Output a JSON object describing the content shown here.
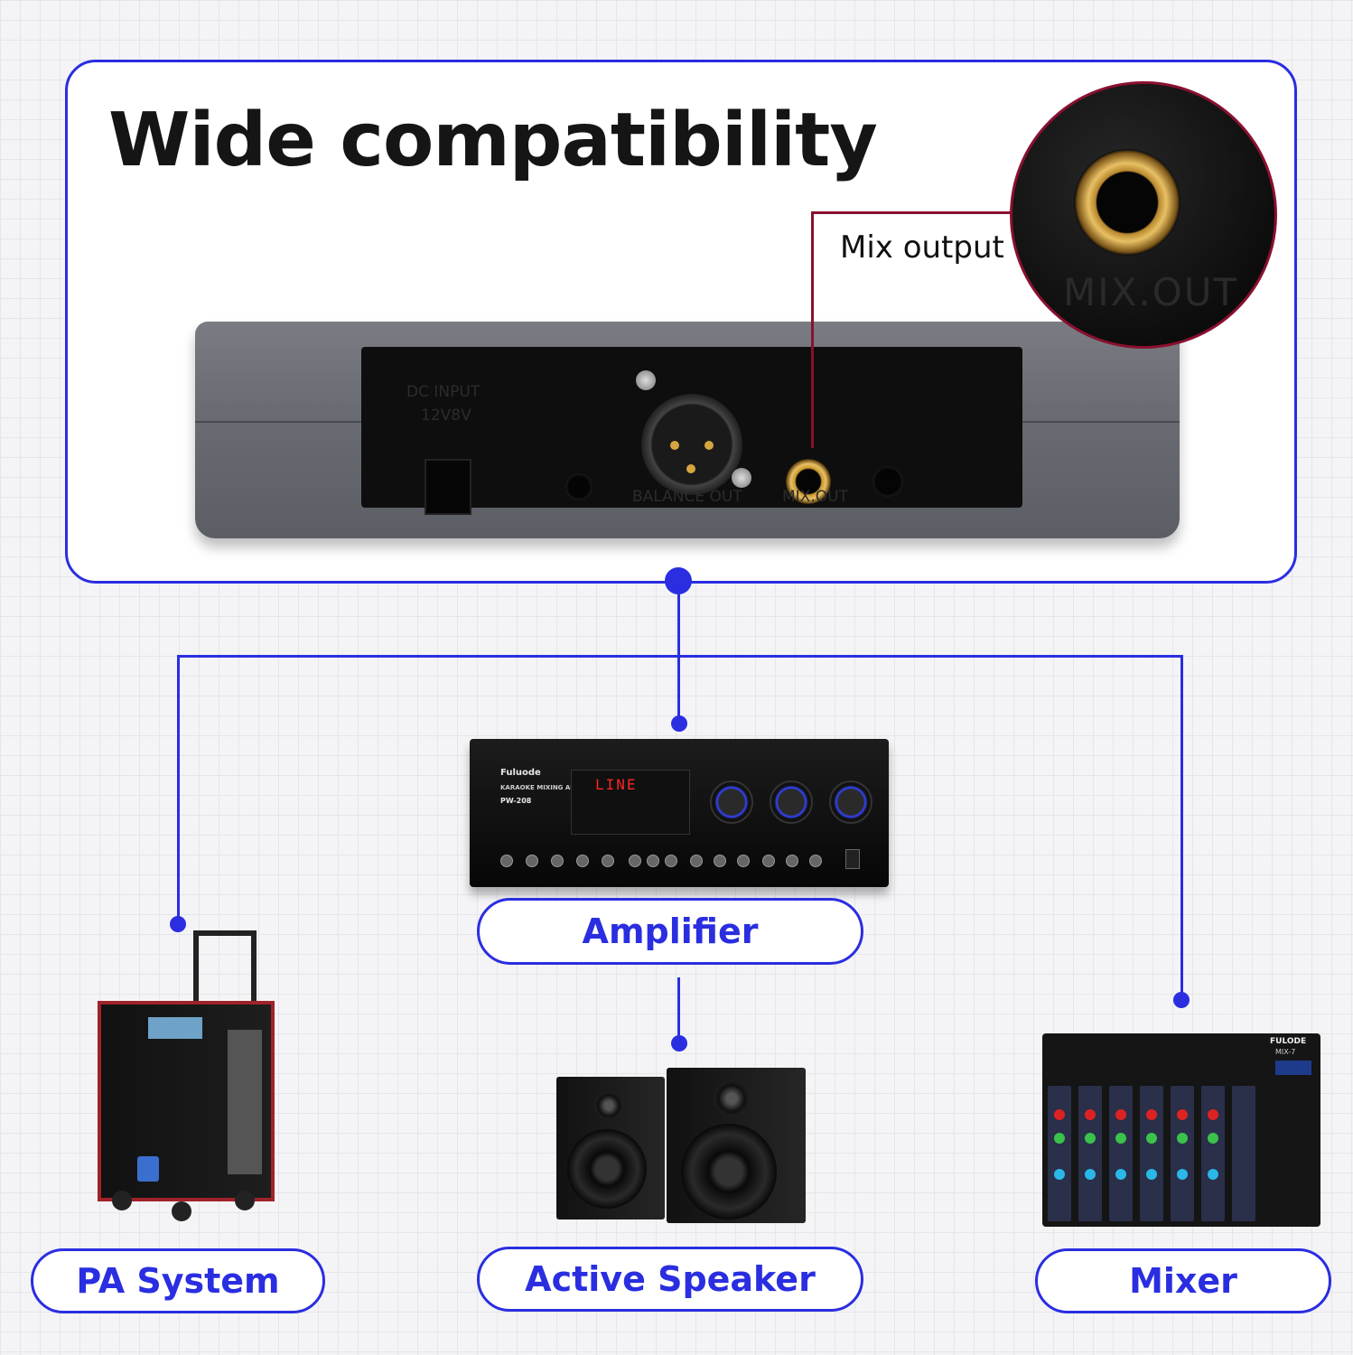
{
  "title": "Wide compatibility",
  "callout": {
    "label": "Mix output",
    "zoom_text": "MIX.OUT"
  },
  "device_panel": {
    "dc_input": "DC  INPUT",
    "voltage": "12V8V",
    "balance_out": "BALANCE  OUT",
    "mix_out": "MIX.OUT"
  },
  "amplifier_unit": {
    "brand": "Fuluode",
    "subtitle": "KARAOKE MIXING AMPLIFIER",
    "model": "PW-208",
    "display": "LINE"
  },
  "mixer_unit": {
    "brand": "FULODE",
    "model": "MIX-7"
  },
  "targets": {
    "amplifier": "Amplifier",
    "pa_system": "PA System",
    "active_speaker": "Active Speaker",
    "mixer": "Mixer"
  },
  "colors": {
    "accent": "#2a2ee0",
    "callout": "#8a1030"
  }
}
